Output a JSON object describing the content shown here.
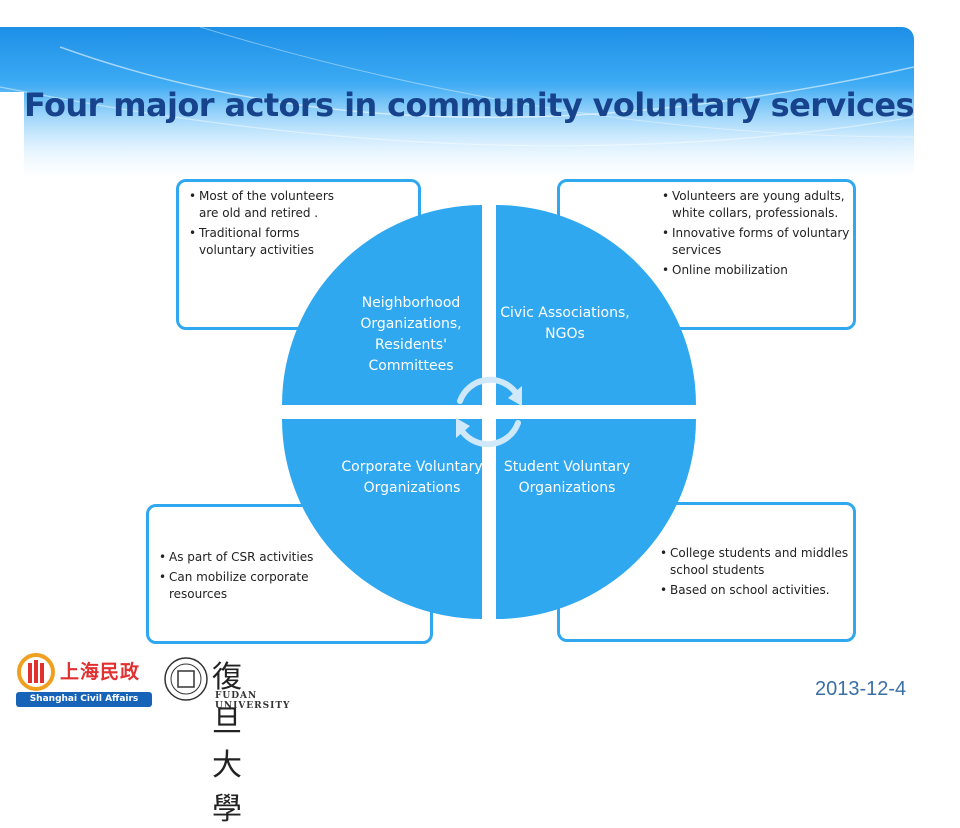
{
  "title": "Four major actors in community voluntary services",
  "quadrants": [
    {
      "label": "Neighborhood Organizations, Residents' Committees",
      "bullets": [
        "Most of the volunteers are old and retired .",
        "Traditional forms voluntary activities"
      ]
    },
    {
      "label": "Civic Associations, NGOs",
      "bullets": [
        "Volunteers are young adults, white collars, professionals.",
        "Innovative forms of voluntary services",
        "Online mobilization"
      ]
    },
    {
      "label": "Corporate Voluntary Organizations",
      "bullets": [
        "As part of CSR activities",
        "Can mobilize corporate resources"
      ]
    },
    {
      "label": "Student Voluntary Organizations",
      "bullets": [
        "College students and middles school students",
        "Based on school activities."
      ]
    }
  ],
  "footer": {
    "civil_affairs_logo_text": "上海民政",
    "civil_affairs_logo_subtitle": "Shanghai Civil Affairs Bureau",
    "fudan_logo_text": "復旦大學",
    "fudan_logo_subtitle": "FUDAN UNIVERSITY",
    "date": "2013-12-4"
  },
  "colors": {
    "circle_fill": "#2fa8f0",
    "box_border": "#2fa8f0",
    "title": "#17438c",
    "arrow": "#cfe9fb"
  },
  "icons": {
    "center": "cycle-arrows-icon",
    "civil_logo": "civil-affairs-emblem-icon",
    "fudan_logo": "fudan-seal-icon"
  }
}
